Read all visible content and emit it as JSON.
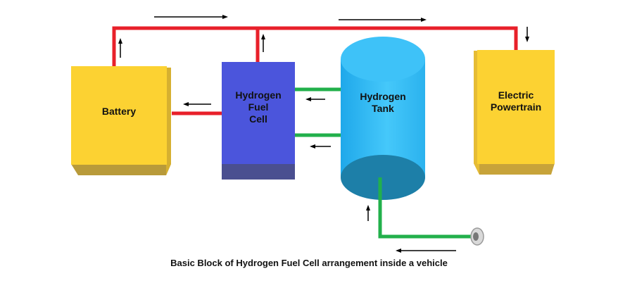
{
  "blocks": {
    "battery": {
      "label": "Battery"
    },
    "fuel_cell": {
      "label_lines": [
        "Hydrogen",
        "Fuel",
        "Cell"
      ]
    },
    "tank": {
      "label_lines": [
        "Hydrogen",
        "Tank"
      ]
    },
    "powertrain": {
      "label_lines": [
        "Electric",
        "Powertrain"
      ]
    }
  },
  "caption": "Basic Block of Hydrogen Fuel Cell arrangement inside a vehicle",
  "colors": {
    "battery_face": "#fcd232",
    "battery_side": "#b89a3a",
    "fuel_cell_face": "#4b55dc",
    "fuel_cell_side": "#4a4f90",
    "tank_body": "#2fb4f4",
    "tank_base": "#1d7fa8",
    "electric_wire": "#e8202a",
    "hydrogen_pipe": "#22b04b",
    "arrow": "#000000"
  }
}
